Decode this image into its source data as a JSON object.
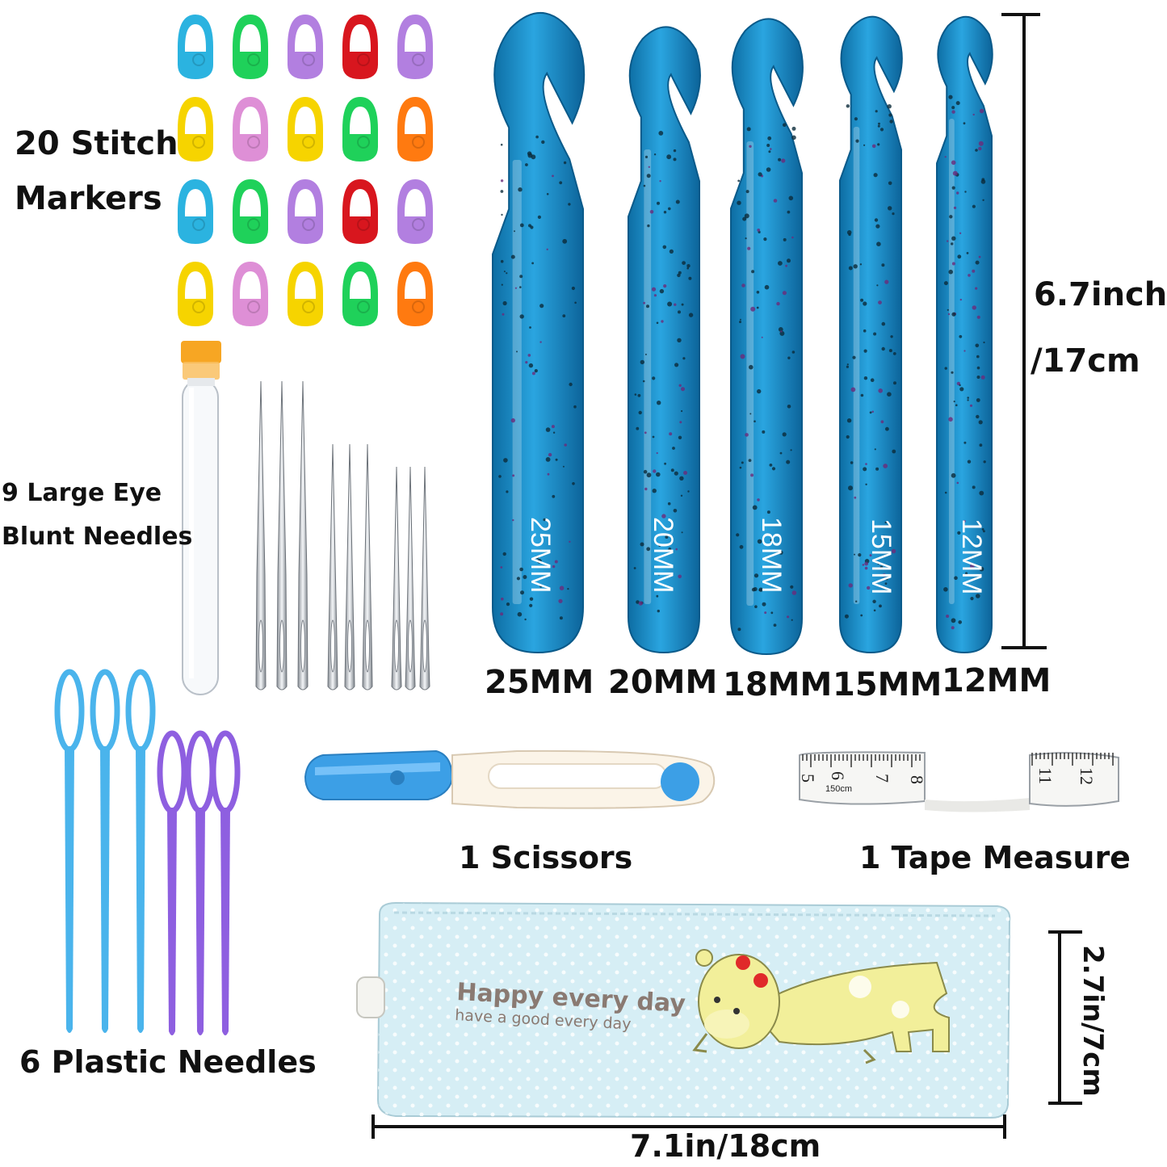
{
  "labels": {
    "stitch_markers_line1": "20 Stitch",
    "stitch_markers_line2": "Markers",
    "needles_line1": "9 Large Eye",
    "needles_line2": "Blunt Needles",
    "plastic_needles": "6 Plastic Needles",
    "scissors": "1 Scissors",
    "tape_measure": "1 Tape Measure",
    "hook_length_line1": "6.7inch",
    "hook_length_line2": "/17cm",
    "bag_width": "7.1in/18cm",
    "bag_height": "2.7in/7cm"
  },
  "hooks": [
    {
      "size": "25MM",
      "stamp": "25MM"
    },
    {
      "size": "20MM",
      "stamp": "20MM"
    },
    {
      "size": "18MM",
      "stamp": "18MM"
    },
    {
      "size": "15MM",
      "stamp": "15MM"
    },
    {
      "size": "12MM",
      "stamp": "12MM"
    }
  ],
  "bag": {
    "text_line1": "Happy every day",
    "text_line2": "have a good every day"
  },
  "tape": {
    "marks_left": [
      "5",
      "6",
      "7",
      "8"
    ],
    "unit": "150cm",
    "marks_right": [
      "11",
      "12"
    ]
  },
  "colors": {
    "hook_blue": "#1e8fc8",
    "marker_cyan": "#2bb3e0",
    "marker_green": "#1fd15a",
    "marker_purple": "#b27fe0",
    "marker_red": "#d8161e",
    "marker_yellow": "#f6d400",
    "marker_pink": "#de8fd6",
    "marker_orange": "#ff7a10",
    "plastic_blue": "#4ab4ec",
    "plastic_purple": "#8e5fe0",
    "bag_blue": "#d6eef5"
  }
}
